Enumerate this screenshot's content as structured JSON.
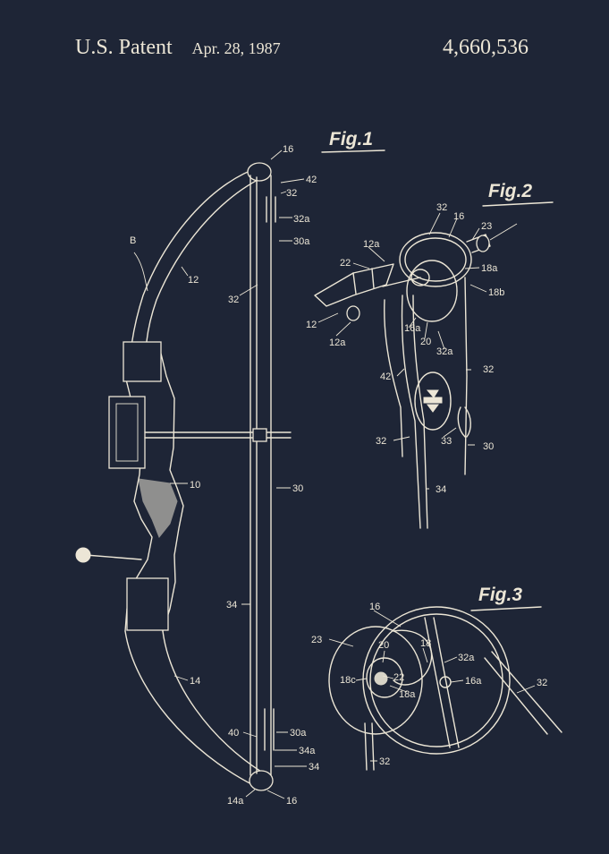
{
  "header": {
    "patent_label": "U.S. Patent",
    "date": "Apr. 28, 1987",
    "patent_number": "4,660,536"
  },
  "figures": {
    "fig1": "Fig.1",
    "fig2": "Fig.2",
    "fig3": "Fig.3"
  },
  "fig1_labels": {
    "l16_top": "16",
    "l42": "42",
    "l32_top": "32",
    "l32a": "32a",
    "l30a": "30a",
    "lB": "B",
    "l12": "12",
    "l32_mid": "32",
    "l10": "10",
    "l30": "30",
    "l34": "34",
    "l14": "14",
    "l40": "40",
    "l30a_bot": "30a",
    "l34a": "34a",
    "l34_bot": "34",
    "l14a": "14a",
    "l16_bot": "16"
  },
  "fig2_labels": {
    "l32_top": "32",
    "l16": "16",
    "l23": "23",
    "l12a_top": "12a",
    "l22": "22",
    "l18a": "18a",
    "l18b": "18b",
    "l12": "12",
    "l16a": "16a",
    "l12a_bot": "12a",
    "l20": "20",
    "l32a": "32a",
    "l42": "42",
    "l32_right": "32",
    "l32_left": "32",
    "l33": "33",
    "l30": "30",
    "l34": "34"
  },
  "fig3_labels": {
    "l16": "16",
    "l23": "23",
    "l20": "20",
    "l18": "18",
    "l32a": "32a",
    "l18c": "18c",
    "l22": "22",
    "l16a": "16a",
    "l32_right": "32",
    "l18a": "18a",
    "l32_bot": "32"
  }
}
